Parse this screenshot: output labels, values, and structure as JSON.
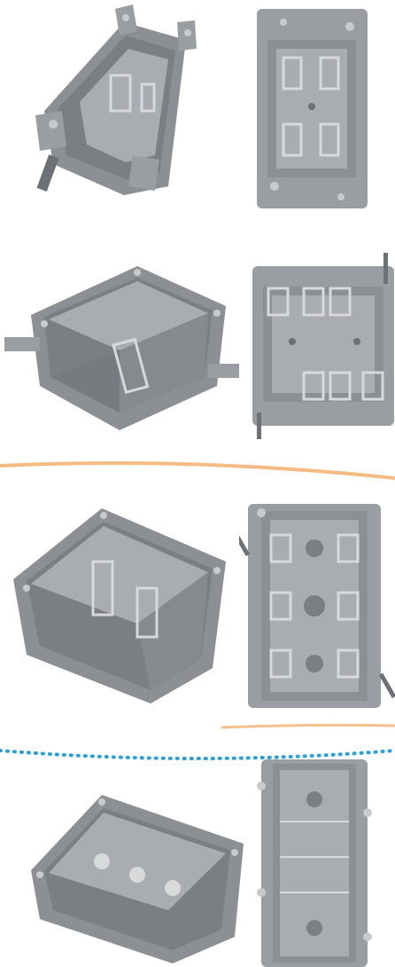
{
  "colors": {
    "background": "#ffffff",
    "box_body": "#8c8f93",
    "box_light": "#a9acb0",
    "box_dark": "#6d7074",
    "box_inner": "#7b7e82",
    "clip_metal": "#d8d9db",
    "screw": "#c9cacc",
    "accent_orange": "#f0a55a",
    "accent_blue": "#2a9fd8"
  },
  "products": [
    {
      "gang": 1,
      "views": [
        "perspective-view",
        "top-view"
      ]
    },
    {
      "gang": 2,
      "views": [
        "perspective-view",
        "top-view"
      ]
    },
    {
      "gang": 3,
      "views": [
        "perspective-view",
        "top-view"
      ]
    },
    {
      "gang": 4,
      "views": [
        "perspective-view",
        "top-view"
      ]
    }
  ],
  "dividers": [
    "orange-swoosh",
    "orange-swoosh",
    "blue-dotted-arc"
  ]
}
